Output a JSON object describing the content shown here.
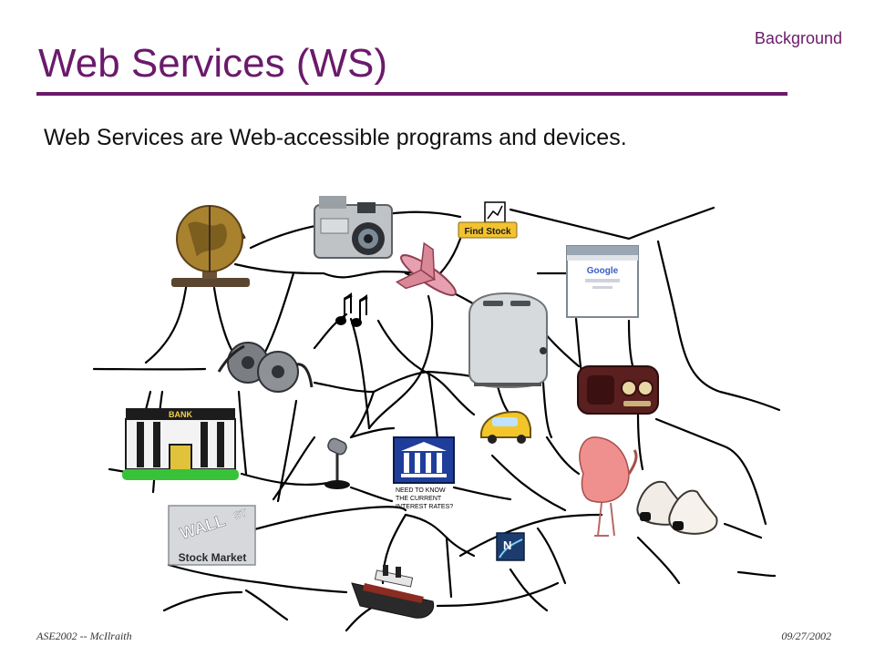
{
  "header": {
    "section_tag": "Background",
    "title": "Web Services (WS)"
  },
  "body": {
    "lead": "Web Services are Web-accessible programs and devices."
  },
  "clipart": [
    {
      "name": "globe",
      "icon": "globe-icon"
    },
    {
      "name": "camera",
      "icon": "camera-icon"
    },
    {
      "name": "find-stock",
      "icon": "find-stock-icon",
      "label": "Find Stock"
    },
    {
      "name": "airplane",
      "icon": "airplane-icon"
    },
    {
      "name": "google-browser",
      "icon": "browser-window-icon",
      "label": "Google"
    },
    {
      "name": "music-notes",
      "icon": "music-note-icon"
    },
    {
      "name": "toaster",
      "icon": "toaster-icon"
    },
    {
      "name": "film-reels",
      "icon": "film-reel-icon"
    },
    {
      "name": "radio",
      "icon": "radio-icon"
    },
    {
      "name": "bank",
      "icon": "bank-building-icon",
      "label": "BANK"
    },
    {
      "name": "taxi",
      "icon": "taxi-icon"
    },
    {
      "name": "microphone",
      "icon": "microphone-icon"
    },
    {
      "name": "interest-rates",
      "icon": "government-building-icon",
      "label": "NEED TO KNOW THE CURRENT INTEREST RATES?"
    },
    {
      "name": "flamingo",
      "icon": "flamingo-icon"
    },
    {
      "name": "shoes",
      "icon": "shoes-icon"
    },
    {
      "name": "stock-market",
      "icon": "wall-street-sign-icon",
      "label": "Stock Market",
      "sign_text": "WALL",
      "sign_text_2": "ST"
    },
    {
      "name": "netscape",
      "icon": "netscape-icon",
      "label": "N"
    },
    {
      "name": "ship",
      "icon": "ship-icon"
    }
  ],
  "footer": {
    "left": "ASE2002 -- McIlraith",
    "right": "09/27/2002"
  },
  "colors": {
    "accent": "#6b1a6b",
    "web_lines": "#000000"
  }
}
